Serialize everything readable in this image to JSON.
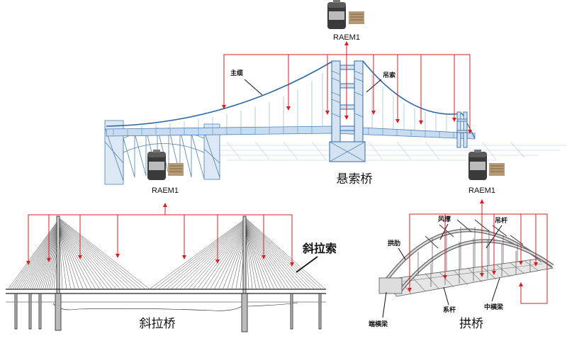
{
  "devices": {
    "top": "RAEM1",
    "left": "RAEM1",
    "right": "RAEM1"
  },
  "suspension": {
    "title": "悬索桥",
    "main_cable": "主缆",
    "hanger": "吊索"
  },
  "cable_stayed": {
    "title": "斜拉桥",
    "stay_cable": "斜拉索"
  },
  "arch": {
    "title": "拱桥",
    "wind_brace": "风撑",
    "suspender": "吊杆",
    "arch_rib": "拱肋",
    "tie_rod": "系杆",
    "middle_beam": "中横梁",
    "end_beam": "端横梁"
  },
  "colors": {
    "connector": "#d42020",
    "suspension_steel": "#4a7fb5",
    "stay_lines": "#333333"
  }
}
